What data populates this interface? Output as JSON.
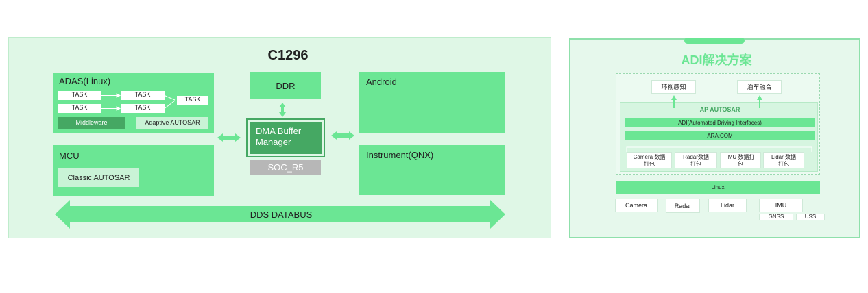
{
  "left": {
    "title": "C1296",
    "adas": {
      "title": "ADAS(Linux)",
      "tasks": [
        "TASK",
        "TASK",
        "TASK",
        "TASK",
        "TASK"
      ],
      "middleware": "Middleware",
      "adaptive": "Adaptive AUTOSAR"
    },
    "mcu": {
      "title": "MCU",
      "classic": "Classic AUTOSAR"
    },
    "ddr": "DDR",
    "dma": "DMA Buffer\nManager",
    "soc": "SOC_R5",
    "android": "Android",
    "instrument": "Instrument(QNX)",
    "databus": "DDS DATABUS"
  },
  "right": {
    "title": "ADI解决方案",
    "env": "环视感知",
    "park": "泊车融合",
    "ap": "AP AUTOSAR",
    "adi": "ADI(Automated Driving Interfaces)",
    "ara": "ARA:COM",
    "packs": [
      "Camera 数据\n打包",
      "Radar数据\n打包",
      "IMU 数据打\n包",
      "Lidar 数据\n打包"
    ],
    "linux": "Linux",
    "sensors": [
      "Camera",
      "Radar",
      "Lidar",
      "IMU"
    ],
    "subsensors": [
      "GNSS",
      "USS"
    ]
  },
  "colors": {
    "panel": "#dff7e6",
    "accent": "#6be694",
    "dark": "#45a863",
    "grey": "#b7b7b7"
  }
}
